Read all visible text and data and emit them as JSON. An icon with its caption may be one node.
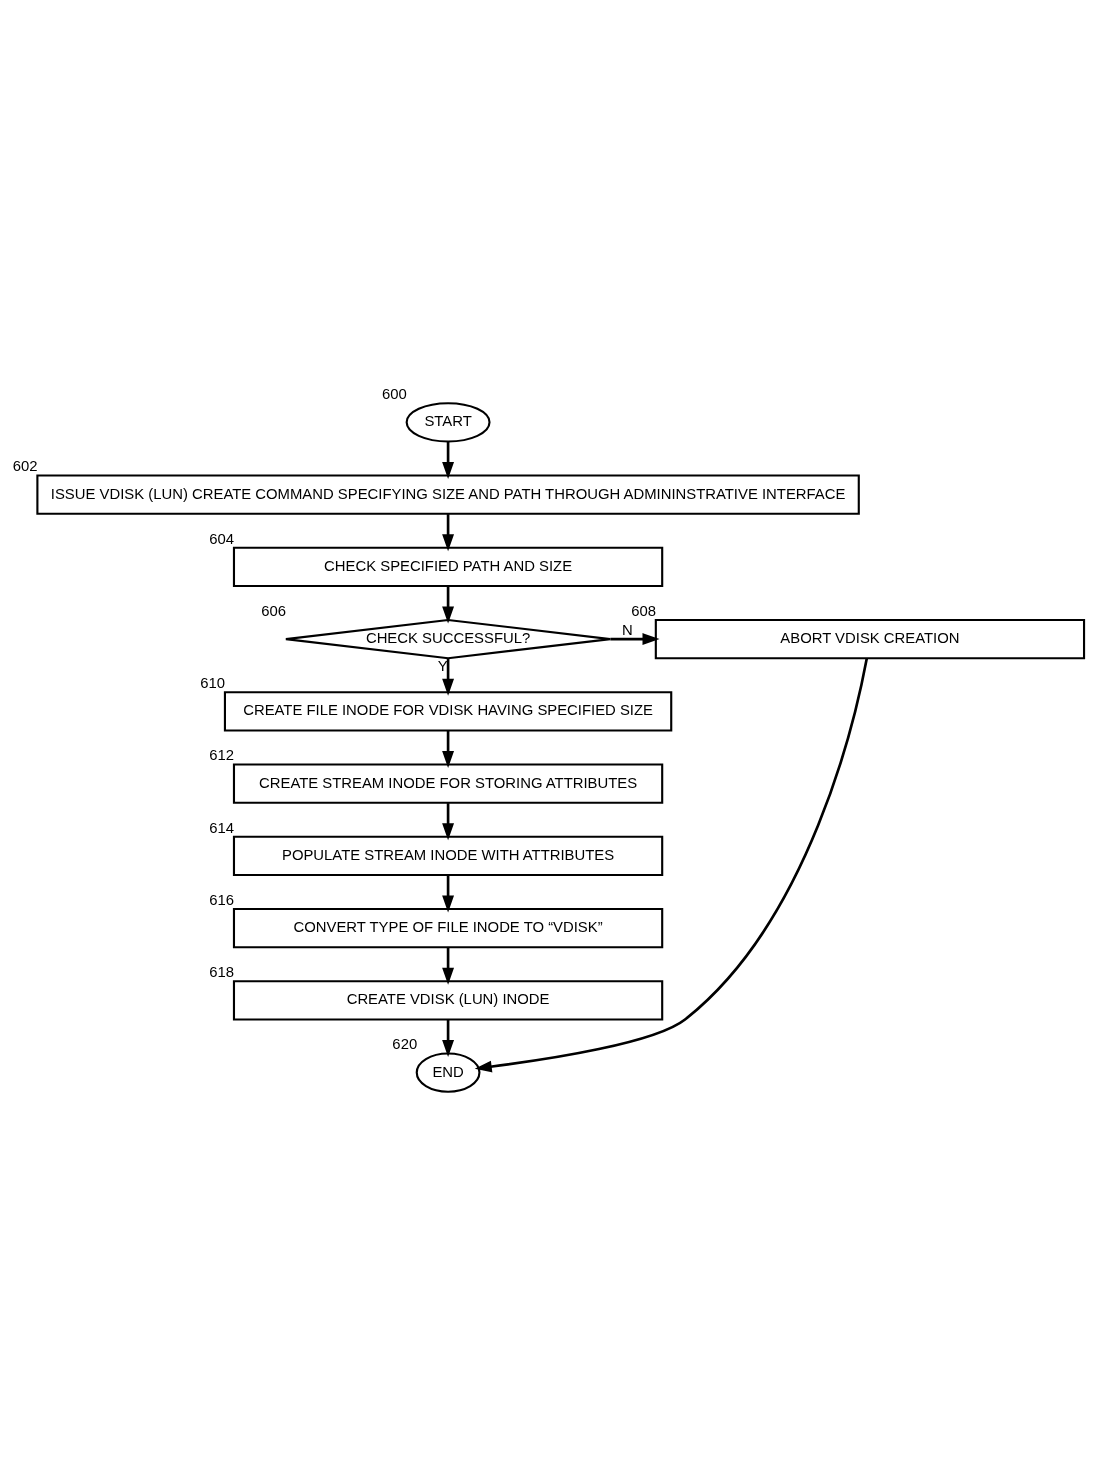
{
  "diagram": {
    "nodes": [
      {
        "text": [
          "START"
        ],
        "beside": [
          "600"
        ]
      },
      {
        "text": [
          "ISSUE VDISK (LUN) CREATE COMMAND SPECIFYING SIZE AND PATH THROUGH ADMININSTRATIVE INTERFACE"
        ],
        "beside": [
          "602"
        ]
      },
      {
        "text": [
          "CHECK SPECIFIED PATH AND SIZE"
        ],
        "beside": [
          "604"
        ]
      },
      {
        "text": [
          "CHECK SUCCESSFUL?"
        ],
        "beside": [
          "606"
        ]
      },
      {
        "text": [
          "ABORT VDISK CREATION"
        ],
        "beside": [
          "608"
        ]
      },
      {
        "text": [
          "CREATE FILE INODE FOR VDISK HAVING SPECIFIED SIZE"
        ],
        "beside": [
          "610"
        ]
      },
      {
        "text": [
          "CREATE STREAM INODE FOR STORING ATTRIBUTES"
        ],
        "beside": [
          "612"
        ]
      },
      {
        "text": [
          "POPULATE STREAM INODE WITH ATTRIBUTES"
        ],
        "beside": [
          "614"
        ]
      },
      {
        "text": [
          "CONVERT TYPE OF FILE INODE TO “VDISK”"
        ],
        "beside": [
          "616"
        ]
      },
      {
        "text": [
          "CREATE VDISK (LUN) INODE"
        ],
        "beside": [
          "618"
        ]
      },
      {
        "text": [
          "END"
        ],
        "beside": [
          "620"
        ]
      }
    ],
    "edges": [
      {
        "from": 0,
        "to": 1,
        "arrow": "to"
      },
      {
        "from": 1,
        "to": 2,
        "arrow": "to"
      },
      {
        "from": 2,
        "to": 3,
        "arrow": "to"
      },
      {
        "from": 3,
        "to": 4,
        "arrow": "to",
        "label": "N"
      },
      {
        "from": 3,
        "to": 5,
        "arrow": "to",
        "label": "Y"
      },
      {
        "from": 5,
        "to": 6,
        "arrow": "to"
      },
      {
        "from": 6,
        "to": 7,
        "arrow": "to"
      },
      {
        "from": 7,
        "to": 8,
        "arrow": "to"
      },
      {
        "from": 8,
        "to": 9,
        "arrow": "to"
      },
      {
        "from": 9,
        "to": 10,
        "arrow": "to"
      },
      {
        "from": 4,
        "to": 10,
        "arrow": "to"
      }
    ]
  }
}
